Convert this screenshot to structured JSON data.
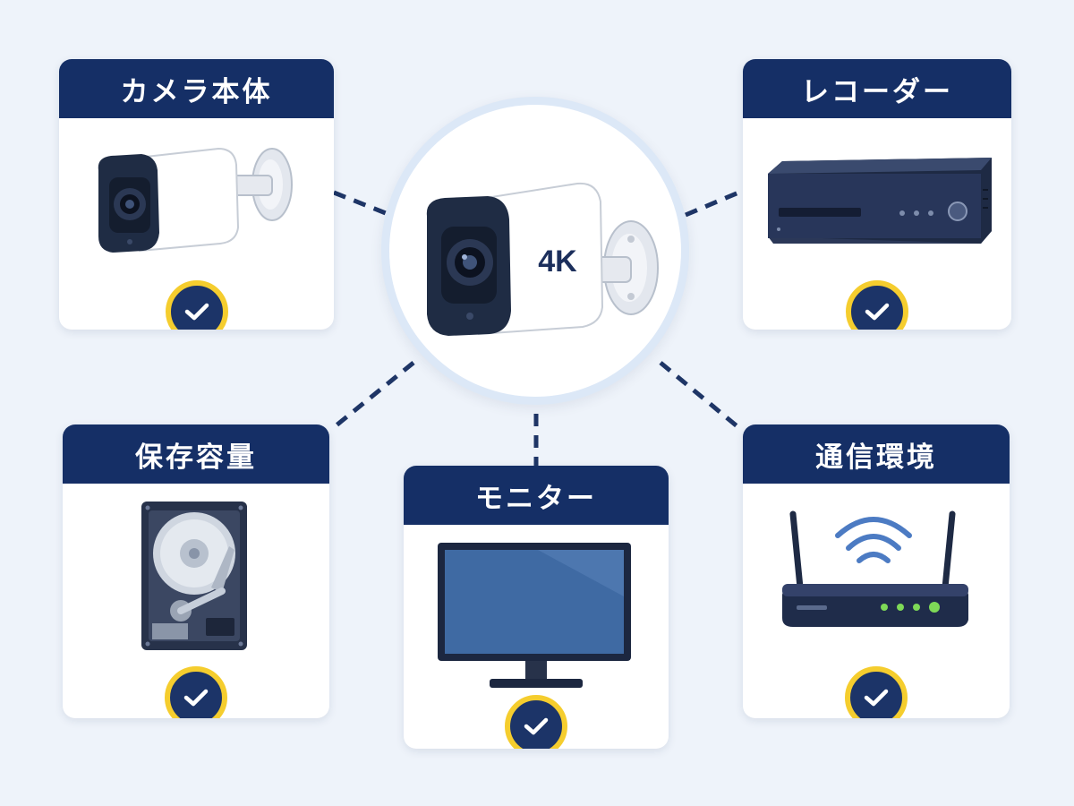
{
  "hub": {
    "badge": "4K",
    "icon": "bullet-camera-4k-icon"
  },
  "cards": [
    {
      "id": "camera",
      "label": "カメラ本体",
      "icon": "bullet-camera-icon",
      "checked": true
    },
    {
      "id": "recorder",
      "label": "レコーダー",
      "icon": "recorder-icon",
      "checked": true
    },
    {
      "id": "storage",
      "label": "保存容量",
      "icon": "hard-drive-icon",
      "checked": true
    },
    {
      "id": "monitor",
      "label": "モニター",
      "icon": "monitor-icon",
      "checked": true
    },
    {
      "id": "network",
      "label": "通信環境",
      "icon": "wifi-router-icon",
      "checked": true
    }
  ],
  "colors": {
    "header": "#152f66",
    "check_ring": "#f5cd2e",
    "check_fill": "#1c3468",
    "connector": "#1e3566",
    "background": "#eef3fa"
  }
}
